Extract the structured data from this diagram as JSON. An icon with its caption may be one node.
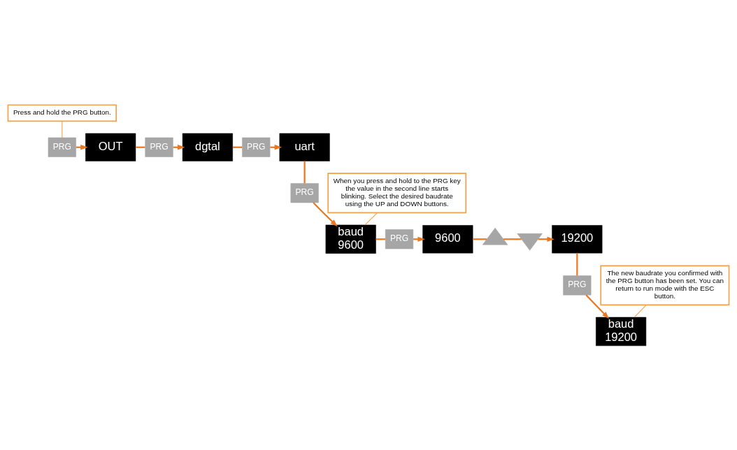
{
  "diagram": {
    "nodes": [
      {
        "text": [
          "PRG"
        ]
      },
      {
        "text": [
          "OUT"
        ]
      },
      {
        "text": [
          "PRG"
        ]
      },
      {
        "text": [
          "dgtal"
        ]
      },
      {
        "text": [
          "PRG"
        ]
      },
      {
        "text": [
          "uart"
        ]
      },
      {
        "text": [
          "Press and hold the PRG button."
        ]
      },
      {
        "text": [
          "PRG"
        ]
      },
      {
        "text": [
          "baud",
          "9600"
        ]
      },
      {
        "text": [
          "19200"
        ]
      },
      {
        "text": [],
        "shape": "triangle"
      },
      {
        "text": [],
        "shape": "triangle"
      },
      {
        "text": [
          "9600"
        ]
      },
      {
        "text": [
          "PRG"
        ]
      },
      {
        "text": [
          "When you press and hold to the PRG key the value in the second line starts blinking. Select the desired baudrate using the UP and DOWN buttons."
        ]
      },
      {
        "text": [
          "PRG"
        ]
      },
      {
        "text": [
          "baud",
          "19200"
        ]
      },
      {
        "text": [
          "The new baudrate you confirmed with the PRG button has been set. You can return to run mode with the ESC button."
        ]
      }
    ],
    "edges": [
      {
        "from": 0,
        "to": 1,
        "arrow": "to"
      },
      {
        "from": 1,
        "to": 2,
        "arrow": "none"
      },
      {
        "from": 2,
        "to": 3,
        "arrow": "to"
      },
      {
        "from": 3,
        "to": 4,
        "arrow": "none"
      },
      {
        "from": 4,
        "to": 5,
        "arrow": "to"
      },
      {
        "from": 5,
        "to": 7,
        "arrow": "none"
      },
      {
        "from": 7,
        "to": 8,
        "arrow": "to"
      },
      {
        "from": 8,
        "to": 13,
        "arrow": "none"
      },
      {
        "from": 13,
        "to": 12,
        "arrow": "to"
      },
      {
        "from": 12,
        "to": 10,
        "arrow": "none"
      },
      {
        "from": 10,
        "to": 11,
        "arrow": "none"
      },
      {
        "from": 11,
        "to": 9,
        "arrow": "to"
      },
      {
        "from": 9,
        "to": 15,
        "arrow": "none"
      },
      {
        "from": 15,
        "to": 16,
        "arrow": "to"
      },
      {
        "from": 6,
        "to": 0,
        "arrow": "none",
        "color": "#f4a04a"
      },
      {
        "from": 14,
        "to": 8,
        "arrow": "none",
        "color": "#f4a04a"
      },
      {
        "from": 17,
        "to": 16,
        "arrow": "none",
        "color": "#f4a04a"
      }
    ]
  }
}
